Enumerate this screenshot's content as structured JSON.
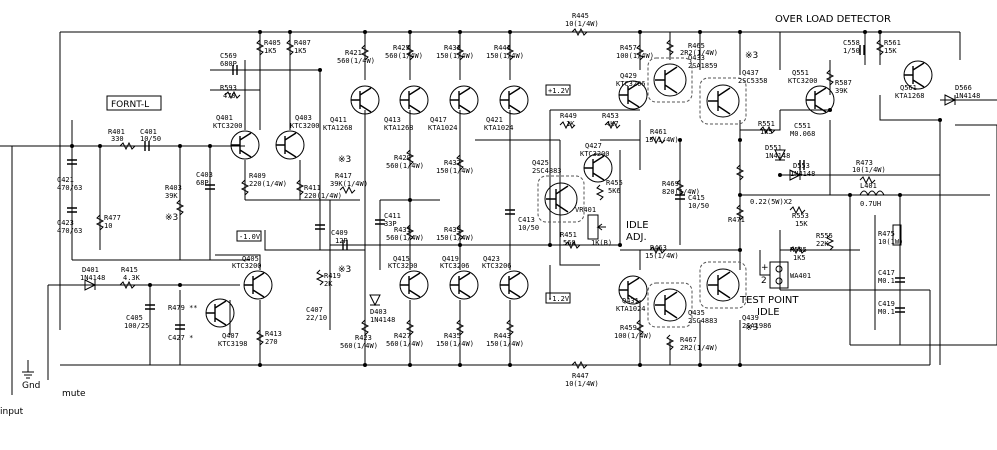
{
  "title": "OVER LOAD DETECTOR",
  "front_label": "FORNT-L",
  "idle_adj": [
    "IDLE",
    "ADJ."
  ],
  "test_point": [
    "TEST POINT",
    "IDLE"
  ],
  "wa401": "WA401",
  "ext_labels": {
    "input": "input",
    "gnd": "Gnd",
    "mute": "mute"
  },
  "voltages": {
    "v1": "-1.0V",
    "v2": "+1.2V",
    "v3": "-1.2V"
  },
  "marks": {
    "m3a": "※3",
    "m3b": "※3",
    "m3c": "※3",
    "m3d": "※3",
    "m3e": "※3"
  },
  "components": {
    "r445": [
      "R445",
      "10(1/4W)"
    ],
    "r447": [
      "R447",
      "10(1/4W)"
    ],
    "r401": [
      "R401",
      "330"
    ],
    "c401": [
      "C401",
      "10/50"
    ],
    "c421": [
      "C421",
      "470/63"
    ],
    "c423": [
      "C423",
      "470/63"
    ],
    "r477": [
      "R477",
      "10"
    ],
    "c569": [
      "C569",
      "680P"
    ],
    "r593": [
      "R593",
      "470"
    ],
    "r405": [
      "R405",
      "1K5"
    ],
    "r407": [
      "R407",
      "1K5"
    ],
    "q401": [
      "Q401",
      "KTC3200"
    ],
    "q403": [
      "Q403",
      "KTC3200"
    ],
    "r403": [
      "R403",
      "39K"
    ],
    "c403": [
      "C403",
      "68P"
    ],
    "r409": [
      "R409",
      "220(1/4W)"
    ],
    "r411": [
      "R411",
      "220(1/4W)"
    ],
    "d401": [
      "D401",
      "1N4148"
    ],
    "r415": [
      "R415",
      "4.3K"
    ],
    "q405": [
      "Q405",
      "KTC3200"
    ],
    "q407": [
      "Q407",
      "KTC3198"
    ],
    "c405": [
      "C405",
      "100/25"
    ],
    "r479": [
      "R479 **"
    ],
    "c427": [
      "C427 *"
    ],
    "r413": [
      "R413",
      "270"
    ],
    "r421": [
      "R421",
      "560(1/4W)"
    ],
    "q411": [
      "Q411",
      "KTA1268"
    ],
    "r417": [
      "R417",
      "39K(1/4W)"
    ],
    "c407": [
      "C407",
      "22/10"
    ],
    "r419": [
      "R419",
      "2K"
    ],
    "c409": [
      "C409",
      "12P"
    ],
    "r423": [
      "R423",
      "560(1/4W)"
    ],
    "d403": [
      "D403",
      "1N4148"
    ],
    "r425": [
      "R425",
      "560(1/4W)"
    ],
    "q413": [
      "Q413",
      "KTA1268"
    ],
    "r429": [
      "R429",
      "560(1/4W)"
    ],
    "c411": [
      "C411",
      "33P"
    ],
    "r431": [
      "R431",
      "560(1/4W)"
    ],
    "q415": [
      "Q415",
      "KTC3200"
    ],
    "r427": [
      "R427",
      "560(1/4W)"
    ],
    "r433": [
      "R433",
      "150(1/4W)"
    ],
    "q417": [
      "Q417",
      "KTA1024"
    ],
    "r437": [
      "R437",
      "150(1/4W)"
    ],
    "r439": [
      "R439",
      "150(1/4W)"
    ],
    "q419": [
      "Q419",
      "KTC3206"
    ],
    "r435": [
      "R435",
      "150(1/4W)"
    ],
    "r441": [
      "R441",
      "150(1/4W)"
    ],
    "q421": [
      "Q421",
      "KTA1024"
    ],
    "c413": [
      "C413",
      "10/50"
    ],
    "q423": [
      "Q423",
      "KTC3206"
    ],
    "r443": [
      "R443",
      "150(1/4W)"
    ],
    "q425": [
      "Q425",
      "2SC4883"
    ],
    "r449": [
      "R449",
      "1K"
    ],
    "r453": [
      "R453",
      "4K7"
    ],
    "q427": [
      "Q427",
      "KTC3200"
    ],
    "r455": [
      "R455",
      "5K6"
    ],
    "r451": [
      "R451",
      "560"
    ],
    "vr401": [
      "VR401",
      "1K(B)"
    ],
    "r457": [
      "R457",
      "100(1/4W)"
    ],
    "q429": [
      "Q429",
      "KTC3206"
    ],
    "r461": [
      "R461",
      "15(1/4W)"
    ],
    "q433": [
      "Q433",
      "2SA1859"
    ],
    "r465": [
      "R465",
      "2R2(1/4W)"
    ],
    "r469": [
      "R469",
      "820(1/4W)"
    ],
    "c415": [
      "C415",
      "10/50"
    ],
    "r463": [
      "R463",
      "15(1/4W)"
    ],
    "q431": [
      "Q431",
      "KTA1024"
    ],
    "r459": [
      "R459",
      "100(1/4W)"
    ],
    "q435": [
      "Q435",
      "2SC4883"
    ],
    "r467": [
      "R467",
      "2R2(1/4W)"
    ],
    "q437": [
      "Q437",
      "2SC5358"
    ],
    "q439": [
      "Q439",
      "2SA1986"
    ],
    "r471": [
      "R471",
      "0.22(5W)X2"
    ],
    "r551": [
      "R551",
      "1K5"
    ],
    "d551": [
      "D551",
      "1N4148"
    ],
    "q551": [
      "Q551",
      "KTC3200"
    ],
    "r587": [
      "R587",
      "39K"
    ],
    "c551": [
      "C551",
      "M0.068"
    ],
    "d553": [
      "D553",
      "1N4148"
    ],
    "r553": [
      "R553",
      "15K"
    ],
    "r555": [
      "R555",
      "22K"
    ],
    "r585": [
      "R585",
      "1K5"
    ],
    "c558": [
      "C558",
      "1/50"
    ],
    "r561": [
      "R561",
      "15K"
    ],
    "q561": [
      "Q561",
      "KTA1268"
    ],
    "d566": [
      "D566",
      "1N4148"
    ],
    "r473": [
      "R473",
      "10(1/4W)"
    ],
    "l401": [
      "L401",
      "0.7UH"
    ],
    "r475": [
      "R475",
      "10(1W)"
    ],
    "c417": [
      "C417",
      "M0.1"
    ],
    "c419": [
      "C419",
      "M0.1"
    ]
  }
}
